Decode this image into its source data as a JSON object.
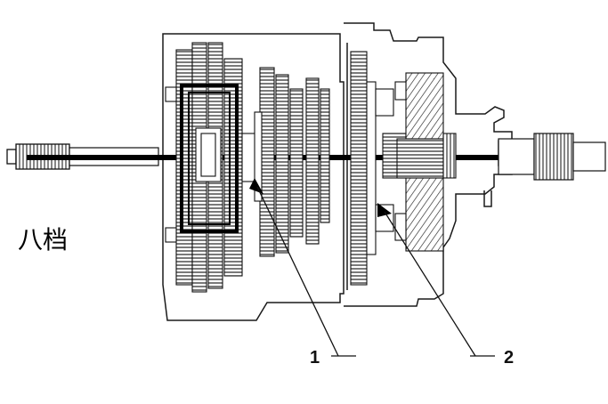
{
  "diagram": {
    "gear_label": "八档",
    "callouts": [
      {
        "id": "1",
        "text": "1"
      },
      {
        "id": "2",
        "text": "2"
      }
    ],
    "colors": {
      "line": "#1a1a1a",
      "shaft": "#000000",
      "highlight": "#000000",
      "background": "#ffffff"
    }
  }
}
